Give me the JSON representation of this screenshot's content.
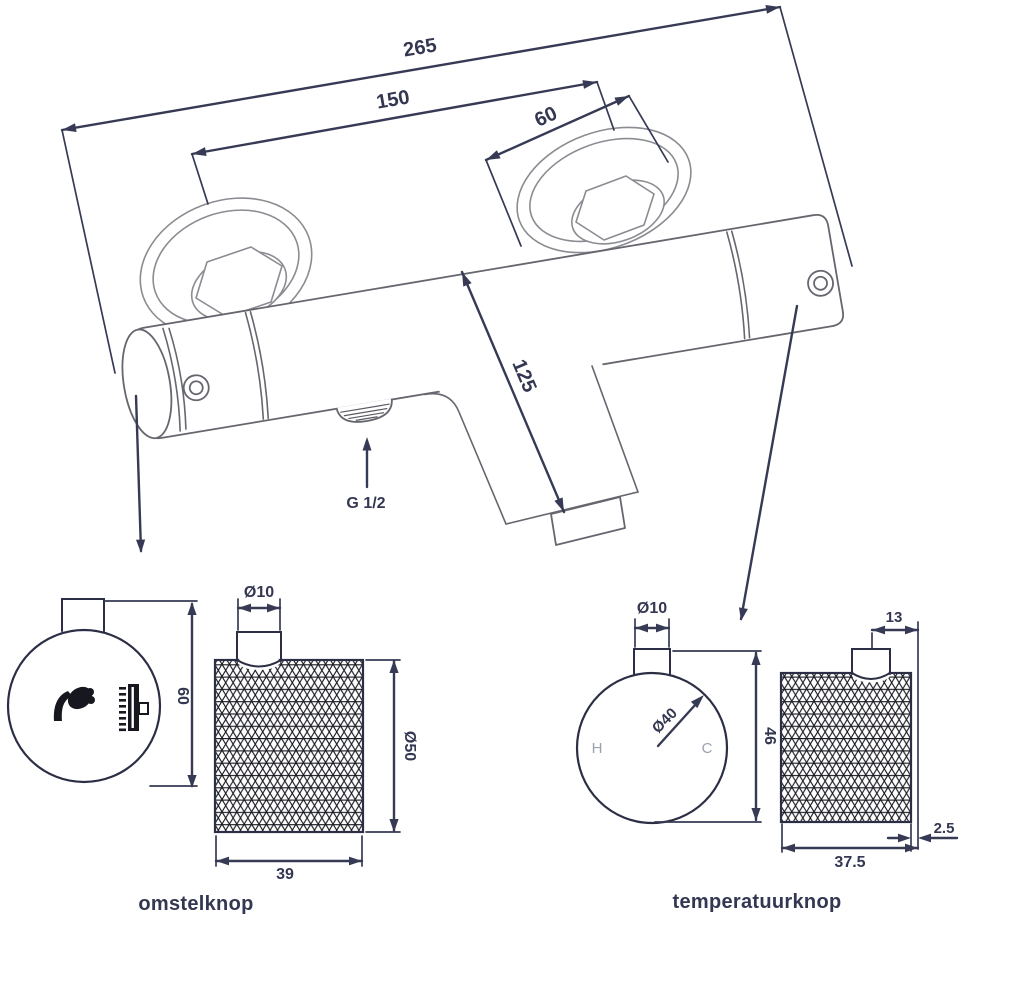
{
  "colors": {
    "background": "#ffffff",
    "dimension_line": "#363a54",
    "drawing_line": "#65666e",
    "escutcheon_line": "#8b8c92",
    "detail_line": "#2b2e44",
    "knurl": "#14151c",
    "text": "#343751",
    "hot_cold_marker": "#9aa2ad"
  },
  "main_drawing": {
    "dim_overall_width": "265",
    "dim_hole_spacing": "150",
    "dim_escutcheon_diameter": "60",
    "dim_body_height": "125",
    "thread_label": "G 1/2"
  },
  "diverter_knob": {
    "label": "omstelknop",
    "dim_stem_diameter": "Ø10",
    "dim_front_height": "60",
    "dim_knob_diameter": "Ø50",
    "dim_knob_width": "39"
  },
  "temperature_knob": {
    "label": "temperatuurknop",
    "dim_stem_diameter": "Ø10",
    "dim_face_diameter": "Ø40",
    "marker_hot": "H",
    "marker_cold": "C",
    "dim_front_height": "46",
    "dim_stem_width": "13",
    "dim_edge_offset": "2.5",
    "dim_knob_width": "37.5"
  }
}
